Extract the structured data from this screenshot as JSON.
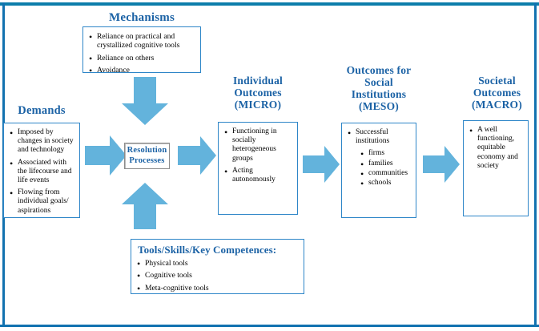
{
  "figure": {
    "title_colors": {
      "heading": "#1B62A5",
      "arrow": "#63B3DC",
      "box_border": "#2E86C8",
      "frame_rule": "#0C7EAB"
    },
    "headings": {
      "mechanisms": "Mechanisms",
      "demands": "Demands",
      "micro": "Individual\nOutcomes\n(MICRO)",
      "meso": "Outcomes for\nSocial\nInstitutions\n(MESO)",
      "macro": "Societal\nOutcomes\n(MACRO)"
    },
    "boxes": {
      "mechanisms": {
        "items": [
          "Reliance on practical and crystallized cognitive tools",
          "Reliance on others",
          "Avoidance"
        ]
      },
      "demands": {
        "items": [
          "Imposed by changes in society and technology",
          "Associated with the lifecourse and life events",
          "Flowing from individual goals/ aspirations"
        ]
      },
      "resolution": {
        "label": "Resolution\nProcesses"
      },
      "micro": {
        "items": [
          "Functioning in socially heterogeneous groups",
          "Acting autonomously"
        ]
      },
      "meso": {
        "items": [
          "Successful institutions"
        ],
        "subitems": [
          "firms",
          "families",
          "communities",
          "schools"
        ]
      },
      "macro": {
        "items": [
          "A well functioning, equitable economy and society"
        ]
      },
      "tools": {
        "title": "Tools/Skills/Key Competences:",
        "items": [
          "Physical tools",
          "Cognitive tools",
          "Meta-cognitive tools"
        ]
      }
    },
    "arrows": {
      "demands_to_resolution": "arrow-right-icon",
      "mechanisms_to_resolution": "arrow-down-icon",
      "tools_to_resolution": "arrow-up-icon",
      "resolution_to_micro": "arrow-right-icon",
      "micro_to_meso": "arrow-right-icon",
      "meso_to_macro": "arrow-right-icon"
    }
  }
}
